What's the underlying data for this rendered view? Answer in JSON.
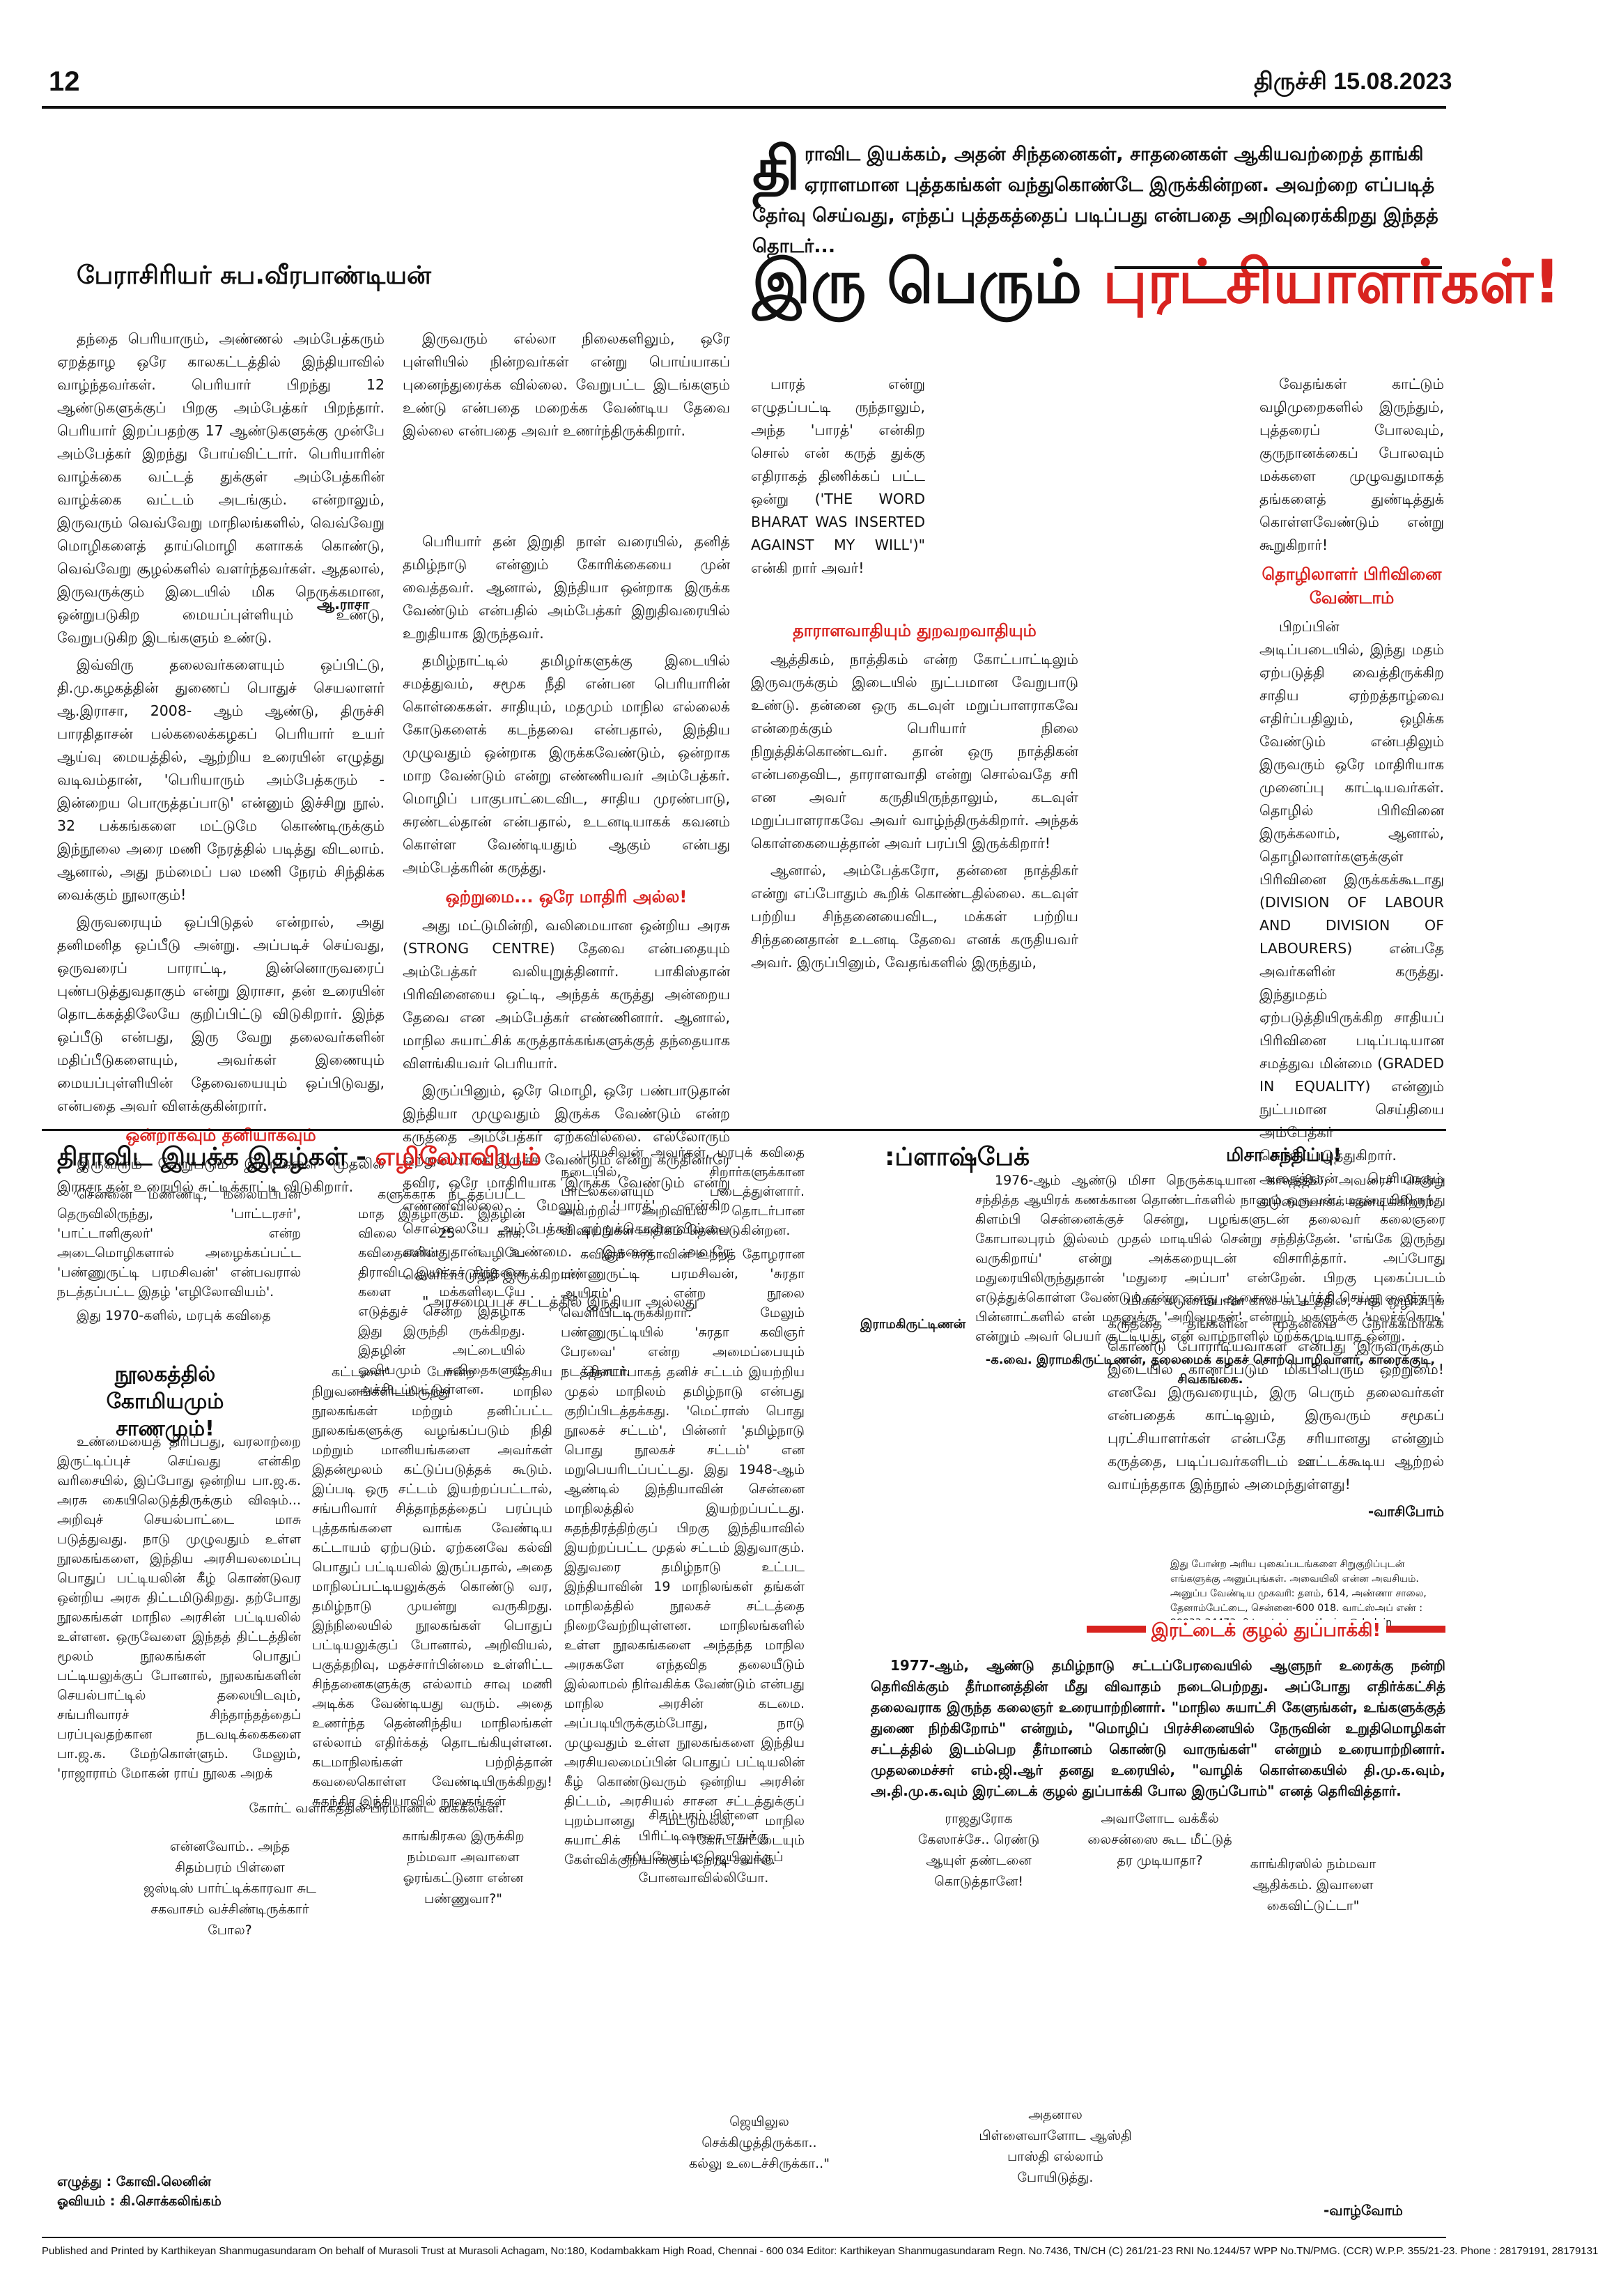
{
  "header": {
    "page_number": "12",
    "city_date": "திருச்சி   15.08.2023"
  },
  "intro": {
    "drop": "தி",
    "text": "ராவிட இயக்கம், அதன் சிந்தனைகள், சாதனைகள் ஆகியவற்றைத் தாங்கி ஏராளமான புத்தகங்கள் வந்துகொண்டே இருக்கின்றன. அவற்றை எப்படித் தேர்வு செய்வது, எந்தப் புத்தகத்தைப் படிப்பது என்பதை அறிவுரைக்கிறது இந்தத் தொடர்..."
  },
  "main_title": {
    "part1": "இரு பெரும் ",
    "part2": "புரட்சியாளர்கள்!"
  },
  "author": "பேராசிரியர் சுப.வீரபாண்டியன்",
  "article": {
    "col1": [
      "தந்தை பெரியாரும், அண்ணல் அம்பேத்கரும் ஏறத்தாழ ஒரே காலகட்டத்தில் இந்தியாவில் வாழ்ந்தவர்கள். பெரியார் பிறந்து 12 ஆண்டுகளுக்குப் பிறகு அம்பேத்கர் பிறந்தார். பெரியார் இறப்பதற்கு 17 ஆண்டுகளுக்கு முன்பே அம்பேத்கர் இறந்து போய்விட்டார். பெரியாரின் வாழ்க்கை வட்டத் துக்குள் அம்பேத்கரின் வாழ்க்கை வட்டம் அடங்கும். என்றாலும், இருவரும் வெவ்வேறு மாநிலங்களில், வெவ்வேறு மொழிகளைத் தாய்மொழி களாகக் கொண்டு, வெவ்வேறு சூழல்களில் வளர்ந்தவர்கள். ஆதலால், இருவருக்கும் இடையில் மிக நெருக்கமான, ஒன்றுபடுகிற மையப்புள்ளியும் உண்டு, வேறுபடுகிற இடங்களும் உண்டு.",
      "இவ்விரு தலைவர்களையும் ஒப்பிட்டு, தி.மு.கழகத்தின் துணைப் பொதுச் செயலாளர் ஆ.இராசா, 2008- ஆம் ஆண்டு, திருச்சி பாரதிதாசன் பல்கலைக்கழகப் பெரியார் உயர் ஆய்வு மையத்தில், ஆற்றிய உரையின் எழுத்து வடிவம்தான், 'பெரியாரும் அம்பேத்கரும் - இன்றைய பொருத்தப்பாடு' என்னும் இச்சிறு நூல். 32 பக்கங்களை மட்டுமே கொண்டிருக்கும் இந்நூலை அரை மணி நேரத்தில் படித்து விடலாம். ஆனால், அது நம்மைப் பல மணி நேரம் சிந்திக்க வைக்கும் நூலாகும்!",
      "இருவரையும் ஒப்பிடுதல் என்றால், அது தனிமனித ஒப்பீடு அன்று. அப்படிச் செய்வது, ஒருவரைப் பாராட்டி, இன்னொருவரைப் புண்படுத்துவதாகும் என்று இராசா, தன் உரையின் தொடக்கத்திலேயே குறிப்பிட்டு விடுகிறார். இந்த ஒப்பீடு என்பது, இரு வேறு தலைவர்களின் மதிப்பீடுகளையும், அவர்கள் இணையும் மையப்புள்ளியின் தேவையையும் ஒப்பிடுவது, என்பதை அவர் விளக்குகின்றார்."
    ],
    "sub1": "ஒன்றாகவும் தனியாகவும்",
    "col1b": "இருவரும் வேறுபடும் இடங்களை முதலில் இராசா தன் உரையில் சுட்டிக்காட்டி விடுகிறார்.",
    "col2": [
      "இருவரும் எல்லா நிலைகளிலும், ஒரே புள்ளியில் நின்றவர்கள் என்று பொய்யாகப் புனைந்துரைக்க வில்லை. வேறுபட்ட இடங்களும் உண்டு என்பதை மறைக்க வேண்டிய தேவை இல்லை என்பதை அவர் உணர்ந்திருக்கிறார்.",
      "பெரியார் தன் இறுதி நாள் வரையில், தனித் தமிழ்நாடு என்னும் கோரிக்கையை முன் வைத்தவர். ஆனால், இந்தியா ஒன்றாக இருக்க வேண்டும் என்பதில் அம்பேத்கர் இறுதிவரையில் உறுதியாக இருந்தவர்.",
      "தமிழ்நாட்டில் தமிழர்களுக்கு இடையில் சமத்துவம், சமூக நீதி என்பன பெரியாரின் கொள்கைகள். சாதியும், மதமும் மாநில எல்லைக் கோடுகளைக் கடந்தவை என்பதால், இந்திய முழுவதும் ஒன்றாக இருக்கவேண்டும், ஒன்றாக மாற வேண்டும் என்று எண்ணியவர் அம்பேத்கர். மொழிப் பாகுபாட்டைவிட, சாதிய முரண்பாடு, சுரண்டல்தான் என்பதால், உடனடியாகக் கவனம் கொள்ள வேண்டியதும் ஆகும் என்பது அம்பேத்கரின் கருத்து."
    ],
    "sig_raasa": "ஆ.ராசா",
    "sub2": "ஒற்றுமை... ஒரே மாதிரி அல்ல!",
    "col2b": [
      "அது மட்டுமின்றி, வலிமையான ஒன்றிய அரசு (STRONG CENTRE) தேவை என்பதையும் அம்பேத்கர் வலியுறுத்தினார். பாகிஸ்தான் பிரிவினையை ஒட்டி, அந்தக் கருத்து அன்றைய தேவை என அம்பேத்கர் எண்ணினார். ஆனால், மாநில சுயாட்சிக் கருத்தாக்கங்களுக்குத் தந்தையாக விளங்கியவர் பெரியார்.",
      "இருப்பினும், ஒரே மொழி, ஒரே பண்பாடுதான் இந்தியா முழுவதும் இருக்க வேண்டும் என்ற கருத்தை அம்பேத்கர் ஏற்கவில்லை. எல்லோரும் ஒற்றுமையாக இருக்க வேண்டும் என்று கருதினாரே தவிர, ஒரே மாதிரியாக இருக்க வேண்டும் என்று எண்ணவில்லை. மேலும் 'பாரத்' என்கிற சொல்லையே அம்பேத்கர் ஏற்றுக்கொள்ளவில்லை என்பதுதான் உண்மை. இதனை அவரே வெளிப்படுத்தி இருக்கிறார்.",
      "\"அரசமைப்புச் சட்டத்தில் இந்தியா அல்லது"
    ],
    "col3": "பாரத் என்று எழுதப்பட்டி ருந்தாலும், அந்த 'பாரத்' என்கிற சொல் என் கருத் துக்கு எதிராகத் திணிக்கப் பட்ட ஒன்று ('THE WORD BHARAT WAS INSERTED AGAINST MY WILL')\" என்கி றார் அவர்!",
    "sub3": "தாராளவாதியும் துறவறவாதியும்",
    "col3b": [
      "ஆத்திகம், நாத்திகம் என்ற கோட்பாட்டிலும் இருவருக்கும் இடையில் நுட்பமான வேறுபாடு உண்டு. தன்னை ஒரு கடவுள் மறுப்பாளராகவே என்றைக்கும் பெரியார் நிலை நிறுத்திக்கொண்டவர். தான் ஒரு நாத்திகன் என்பதைவிட, தாராளவாதி என்று சொல்வதே சரி என அவர் கருதியிருந்தாலும், கடவுள் மறுப்பாளராகவே அவர் வாழ்ந்திருக்கிறார். அந்தக் கொள்கையைத்தான் அவர் பரப்பி இருக்கிறார்!",
      "ஆனால், அம்பேத்கரோ, தன்னை நாத்திகர் என்று எப்போதும் கூறிக் கொண்டதில்லை. கடவுள் பற்றிய சிந்தனையைவிட, மக்கள் பற்றிய சிந்தனைதான் உடனடி தேவை எனக் கருதியவர் அவர். இருப்பினும், வேதங்களில் இருந்தும்,"
    ],
    "col4": "வேதங்கள் காட்டும் வழிமுறைகளில் இருந்தும், புத்தரைப் போலவும், குருநானக்கைப் போலவும் மக்களை முழுவதுமாகத் தங்களைத் துண்டித்துக் கொள்ளவேண்டும் என்று கூறுகிறார்!",
    "sub4": "தொழிலாளர் பிரிவினை வேண்டாம்",
    "col4b": [
      "பிறப்பின் அடிப்படையில், இந்து மதம் ஏற்படுத்தி வைத்திருக்கிற சாதிய ஏற்றத்தாழ்வை எதிர்ப்பதிலும், ஒழிக்க வேண்டும் என்பதிலும் இருவரும் ஒரே மாதிரியாக முனைப்பு காட்டியவர்கள். தொழில் பிரிவினை இருக்கலாம், ஆனால், தொழிலாளர்களுக்குள் பிரிவினை இருக்கக்கூடாது (DIVISION OF LABOUR AND DIVISION OF LABOURERS) என்பதே அவர்களின் கருத்து. இந்துமதம் ஏற்படுத்தியிருக்கிற சாதியப் பிரிவினை படிப்படியான சமத்துவ மின்மை (GRADED IN EQUALITY) என்னும் நுட்பமான செய்தியை அம்பேத்கர் வெளிப்படுத்துகிறார். அதைத்தான் பெரியாரும் கடுமையாகக் கண்டிக்கிறார்.",
      "மிகக் கடுமையான கால கட்டத்தில், சாதி ஒழிப்புக் கருத்தை தங்களின் முதன்மை நோக்கமாகக் கொண்டு போராடியவர்கள் என்பது இருவருக்கும் இடையில் காணப்படும் மிகப்பெரும் ஒற்றுமை! எனவே இருவரையும், இரு பெரும் தலைவர்கள் என்பதைக் காட்டிலும், இருவரும் சமூகப் புரட்சியாளர்கள் என்பதே சரியானது என்னும் கருத்தை, படிப்பவர்களிடம் ஊட்டக்கூடிய ஆற்றல் வாய்ந்ததாக இந்நூல் அமைந்துள்ளது!"
    ],
    "sig_end": "-வாசிபோம்"
  },
  "ezhilo": {
    "title1": "திராவிட இயக்க இதழ்கள் - ",
    "title2": "எழிலோவியம்",
    "col1": "சென்னை மண்ணடி, மலையப்பன் தெருவிலிருந்து, 'பாட்டரசர்', 'பாட்டாளிகுலர்' என்ற அடைமொழிகளால் அழைக்கப்பட்ட 'பண்ணுருட்டி பரமசிவன்' என்பவரால் நடத்தப்பட்ட இதழ் 'எழிலோவியம்'.",
    "col1b": "இது 1970-களில், மரபுக் கவிதை",
    "col2": "களுக்காக நடத்தப்பட்ட மாத இதழாகும். இதழின் விலை 25 காசு. கவிதைகளின் வழியே திராவிட இயக்கச் சிந்தனை களை மக்களிடையே எடுத்துச் சென்ற இதழாக இது இருந்தி ருக்கிறது. இதழின் அட்டையில் ஓவியமும் கவிதைகளும் அச்சிடப்பட்டுள்ளன.",
    "col3": "பரமசிவன் அவர்கள், மரபுக் கவிதை நடையில், சிறார்களுக்கான பாடல்களையும் படைத்துள்ளார். அவற்றில் அறிவியல் தொடர்பான விஷயங்கள் அதிகம் தென்படுகின்றன.",
    "col3b": "கவிஞர் சுரதாவின் உற்றத் தோழரான பண்ணுருட்டி பரமசிவன், 'சுரதா ஆயிரம்' என்ற நூலை வெளியிட்டிருக்கிறார். மேலும் பண்ணுருட்டியில் 'சுரதா கவிஞர் பேரவை' என்ற அமைப்பையும் நடத்தினார்."
  },
  "library": {
    "title1": "நூலகத்தில்",
    "title2": "கோமியமும் சாணமும்!",
    "col1": "உண்மையைத் திரிப்பது, வரலாற்றை இருட்டிப்புச் செய்வது என்கிற வரிசையில், இப்போது ஒன்றிய பா.ஜ.க. அரசு கையிலெடுத்திருக்கும் விஷம்... அறிவுச் செயல்பாட்டை மாசு படுத்துவது. நாடு முழுவதும் உள்ள நூலகங்களை, இந்திய அரசியலமைப்பு பொதுப் பட்டியலின் கீழ் கொண்டுவர ஒன்றிய அரசு திட்டமிடுகிறது. தற்போது நூலகங்கள் மாநில அரசின் பட்டியலில் உள்ளன. ஒருவேளை இந்தத் திட்டத்தின் மூலம் நூலகங்கள் பொதுப் பட்டியலுக்குப் போனால், நூலகங்களின் செயல்பாட்டில் தலையிடவும், சங்பரிவாரச் சிந்தாந்தத்தைப் பரப்புவதற்கான நடவடிக்கைகளை பா.ஜ.க. மேற்கொள்ளும். மேலும், 'ராஜாராம் மோகன் ராய் நூலக அறக்",
    "col2": "கட்டளை' போன்ற தேசிய நிறுவனங்களிடமிருந்து மாநில நூலகங்கள் மற்றும் தனிப்பட்ட நூலகங்களுக்கு வழங்கப்படும் நிதி மற்றும் மானியங்களை அவர்கள் இதன்மூலம் கட்டுப்படுத்தக் கூடும். இப்படி ஒரு சட்டம் இயற்றப்பட்டால், சங்பரிவார் சித்தாந்தத்தைப் பரப்பும் புத்தகங்களை வாங்க வேண்டிய கட்டாயம் ஏற்படும். ஏற்கனவே கல்வி பொதுப் பட்டியலில் இருப்பதால், அதை மாநிலப்பட்டியலுக்குக் கொண்டு வர, தமிழ்நாடு முயன்று வருகிறது. இந்நிலையில் நூலகங்கள் பொதுப் பட்டியலுக்குப் போனால், அறிவியல், பகுத்தறிவு, மதச்சார்பின்மை உள்ளிட்ட சிந்தனைகளுக்கு எல்லாம் சாவு மணி அடிக்க வேண்டியது வரும். அதை உணர்ந்த தென்னிந்திய மாநிலங்கள் எல்லாம் எதிர்க்கத் தொடங்கியுள்ளன. கடமாநிலங்கள் பற்றித்தான் கவலைகொள்ள வேண்டியிருக்கிறது! சுதந்திர இந்தியாவில் நூலகங்கள்",
    "col3": "தொடர்பாகத் தனிச் சட்டம் இயற்றிய முதல் மாநிலம் தமிழ்நாடு என்பது குறிப்பிடத்தக்கது. 'மெட்ராஸ் பொது நூலகச் சட்டம்', பின்னர் 'தமிழ்நாடு பொது நூலகச் சட்டம்' என மறுபெயரிடப்பட்டது. இது 1948-ஆம் ஆண்டில் இந்தியாவின் சென்னை மாநிலத்தில் இயற்றப்பட்டது. சுதந்திரத்திற்குப் பிறகு இந்தியாவில் இயற்றப்பட்ட முதல் சட்டம் இதுவாகும். இதுவரை தமிழ்நாடு உட்பட இந்தியாவின் 19 மாநிலங்கள் தங்கள் மாநிலத்தில் நூலகச் சட்டத்தை நிறைவேற்றியுள்ளன. மாநிலங்களில் உள்ள நூலகங்களை அந்தந்த மாநில அரசுகளே எந்தவித தலையீடும் இல்லாமல் நிர்வகிக்க வேண்டும் என்பது மாநில அரசின் கடமை. அப்படியிருக்கும்போது, நாடு முழுவதும் உள்ள நூலகங்களை இந்திய அரசியலமைப்பின் பொதுப் பட்டியலின் கீழ் கொண்டுவரும் ஒன்றிய அரசின் திட்டம், அரசியல் சாசன சட்டத்துக்குப் புறம்பானது மட்டுமல்ல, மாநில சுயாட்சிக் கோட்பாட்டையும் கேள்விக்குறியாக்கும் நேரடி சவால்."
  },
  "flashback": {
    "title": ":ப்ளாஷ்பேக்",
    "box_title": "மிசா சந்திப்பு!",
    "body": "1976-ஆம் ஆண்டு மிசா நெருக்கடியான காலத்தில், அவரைச் சென்று சந்தித்த ஆயிரக் கணக்கான தொண்டர்களில் நானும் ஒருவன். மதுரையிலிருந்து கிளம்பி சென்னைக்குச் சென்று, பழங்களுடன் தலைவர் கலைஞரை கோபாலபுரம் இல்லம் முதல் மாடியில் சென்று சந்தித்தேன். 'எங்கே இருந்து வருகிறாய்' என்று அக்கறையுடன் விசாரித்தார். அப்போது மதுரையிலிருந்துதான் 'மதுரை அப்பா' என்றேன். பிறகு புகைப்படம் எடுத்துக்கொள்ள வேண்டும் என்ற எனது ஆசையைப் பூர்த்தி செய்து வைத்தார். பின்னாட்களில் என் மகனுக்கு 'அறிவழகன்' என்றும் மகளுக்கு 'மலர்க்கொடி' என்றும் அவர் பெயர் சூட்டியது, என் வாழ்நாளில் மறக்கமுடியாத ஒன்று.",
    "margin_name": "இராமகிருட்டிணன்",
    "sig": "-க.வை. இராமகிருட்டிணன், தலைமைக் கழகச் சொற்பொழிவாளர், காரைக்குடி, சிவகங்கை.",
    "note": "இது போன்ற அரிய புகைப்படங்களை சிறுகுறிப்புடன் எங்களுக்கு அனுப்புங்கள். அவையிலி என்ன அவசியம். அனுப்ப வேண்டிய முகவரி: தளம், 614, அண்ணா சாலை, தேனாம்பேட்டை, சென்னை-600 018. வாட்ஸ்அப் எண் : 90033-24473 மின்னஞ்சல்: youthwing@dmk.in"
  },
  "double_barrel": {
    "title": "இரட்டைக் குழல் துப்பாக்கி!",
    "body": "1977-ஆம், ஆண்டு தமிழ்நாடு சட்டப்பேரவையில் ஆளுநர் உரைக்கு நன்றி தெரிவிக்கும் தீர்மானத்தின் மீது விவாதம் நடைபெற்றது. அப்போது எதிர்க்கட்சித் தலைவராக இருந்த கலைஞர் உரையாற்றினார். \"மாநில சுயாட்சி கேளுங்கள், உங்களுக்குத் துணை நிற்கிறோம்\" என்றும், \"மொழிப் பிரச்சினையில் நேருவின் உறுதிமொழிகள் சட்டத்தில் இடம்பெற தீர்மானம் கொண்டு வாருங்கள்\" என்றும் உரையாற்றினார். முதலமைச்சர் எம்.ஜி.ஆர் தனது உரையில், \"வாழிக் கொள்கையில் தி.மு.க.வும், அ.தி.மு.க.வும் இரட்டைக் குழல் துப்பாக்கி போல இருப்போம்\" எனத் தெரிவித்தார்."
  },
  "cartoon": {
    "caption_top": "கோர்ட் வளாகத்தில் பிரமாண்ட வக்கீல்கள்.",
    "b1": "என்னவோம்.. அந்த\nசிதம்பரம் பிள்ளை\nஜஸ்டிஸ் பார்ட்டிக்காரவா சுட\nசகவாசம் வச்சிண்டிருக்கார்\nபோல?",
    "b2": "காங்கிரசுல இருக்கிற\nநம்மவா அவாளை\nஓரங்கட்டுனா என்ன\nபண்ணுவா?\"",
    "b3": "சிதம்பரம் பிள்ளை\nபிரிட்டிஷாரை எதுக்கு\nகப்பலோட்டி ஜெயிலுக்குப்\nபோனவாவில்லியோ.",
    "b4": "ராஜதுரோக\nகேஸாச்சே.. ரெண்டு\nஆயுள் தண்டனை\nகொடுத்தானே!",
    "b5": "அவாளோட வக்கீல்\nலைசன்ஸை கூட மீட்டுத்\nதர முடியாதா?",
    "b6": "காங்கிரஸில் நம்மவா\nஆதிக்கம். இவாளை\nகைவிட்டுட்டா\"",
    "b7": "ஜெயிலுல\nசெக்கிழுத்திருக்கா..\nகல்லு உடைச்சிருக்கா..\"",
    "b8": "அதனால\nபிள்ளைவாளோட ஆஸ்தி\nபாஸ்தி எல்லாம்\nபோயிடுத்து.",
    "sig": "-வாழ்வோம்",
    "credit1": "எழுத்து : கோவி.லெனின்",
    "credit2": "ஓவியம் : கி.சொக்கலிங்கம்"
  },
  "footer": "Published and Printed by Karthikeyan Shanmugasundaram On behalf of Murasoli Trust at Murasoli Achagam, No:180, Kodambakkam High Road, Chennai - 600 034 Editor: Karthikeyan Shanmugasundaram Regn. No.7436, TN/CH (C) 261/21-23 RNI No.1244/57 WPP No.TN/PMG. (CCR) W.P.P. 355/21-23. Phone : 28179191, 28179131"
}
